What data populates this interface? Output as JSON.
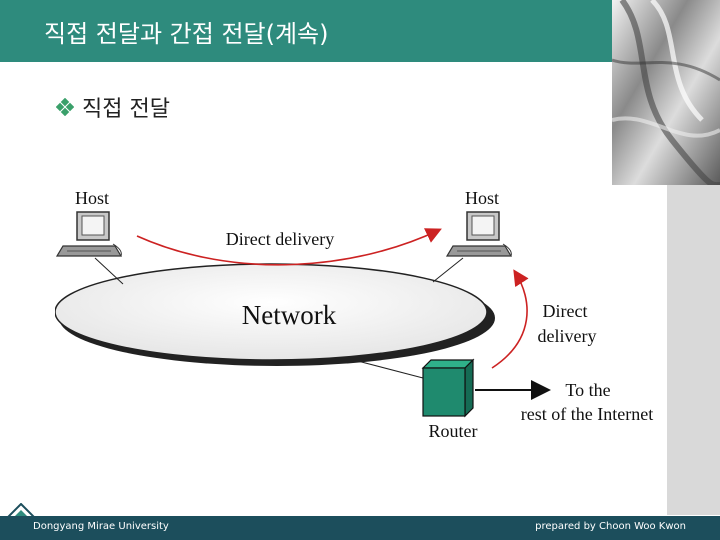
{
  "slide": {
    "title": "직접 전달과 간접 전달(계속)",
    "bullet": "직접 전달"
  },
  "diagram": {
    "host_left_label": "Host",
    "host_right_label": "Host",
    "direct_delivery_top": "Direct delivery",
    "network_label": "Network",
    "direct_delivery_right_line1": "Direct",
    "direct_delivery_right_line2": "delivery",
    "router_label": "Router",
    "internet_line1": "To the",
    "internet_line2": "rest of the Internet"
  },
  "footer": {
    "left": "Dongyang Mirae University",
    "right": "prepared by Choon Woo Kwon"
  },
  "colors": {
    "header": "#2e8b7d",
    "footer": "#1c4e5c",
    "arrow_red": "#cc2222",
    "router_green": "#1f8a6e"
  }
}
